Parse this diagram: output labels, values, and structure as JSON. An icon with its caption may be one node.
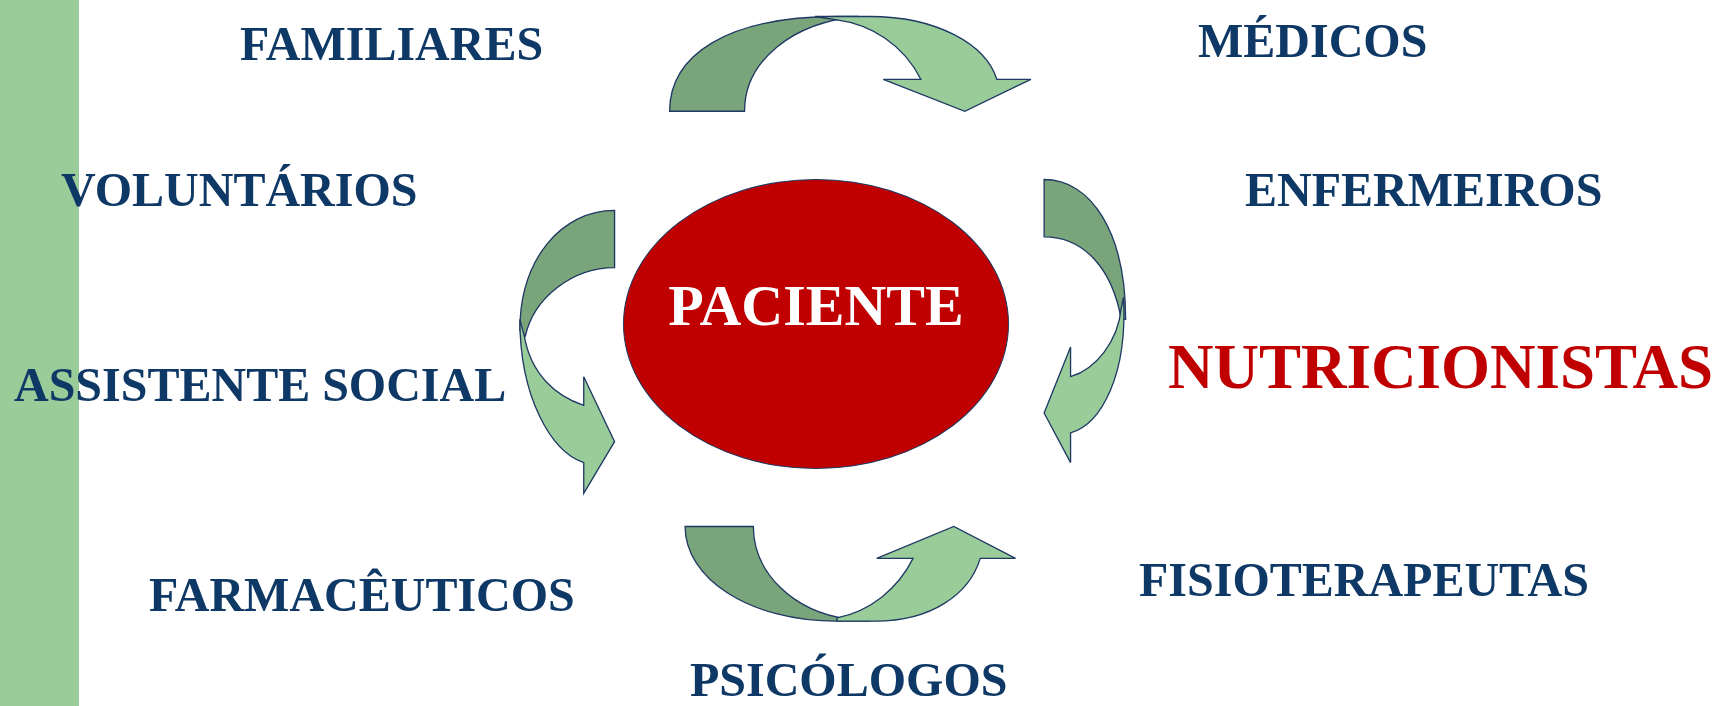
{
  "diagram": {
    "nodes": [
      {
        "text": [
          "PACIENTE"
        ]
      },
      {
        "text": [],
        "shape": "bar"
      }
    ],
    "labels": [
      "FAMILIARES",
      "MÉDICOS",
      "VOLUNTÁRIOS",
      "ENFERMEIROS",
      "ASSISTENTE SOCIAL",
      "NUTRICIONISTAS",
      "FARMACÊUTICOS",
      "FISIOTERAPEUTAS",
      "PSICÓLOGOS"
    ]
  }
}
